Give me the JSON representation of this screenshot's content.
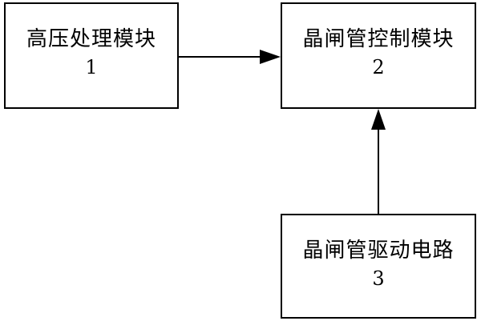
{
  "diagram": {
    "blocks": [
      {
        "id": "block-1",
        "title": "高压处理模块",
        "number": "1"
      },
      {
        "id": "block-2",
        "title": "晶闸管控制模块",
        "number": "2"
      },
      {
        "id": "block-3",
        "title": "晶闸管驱动电路",
        "number": "3"
      }
    ],
    "connections": [
      {
        "from": "1",
        "to": "2"
      },
      {
        "from": "3",
        "to": "2"
      }
    ]
  }
}
